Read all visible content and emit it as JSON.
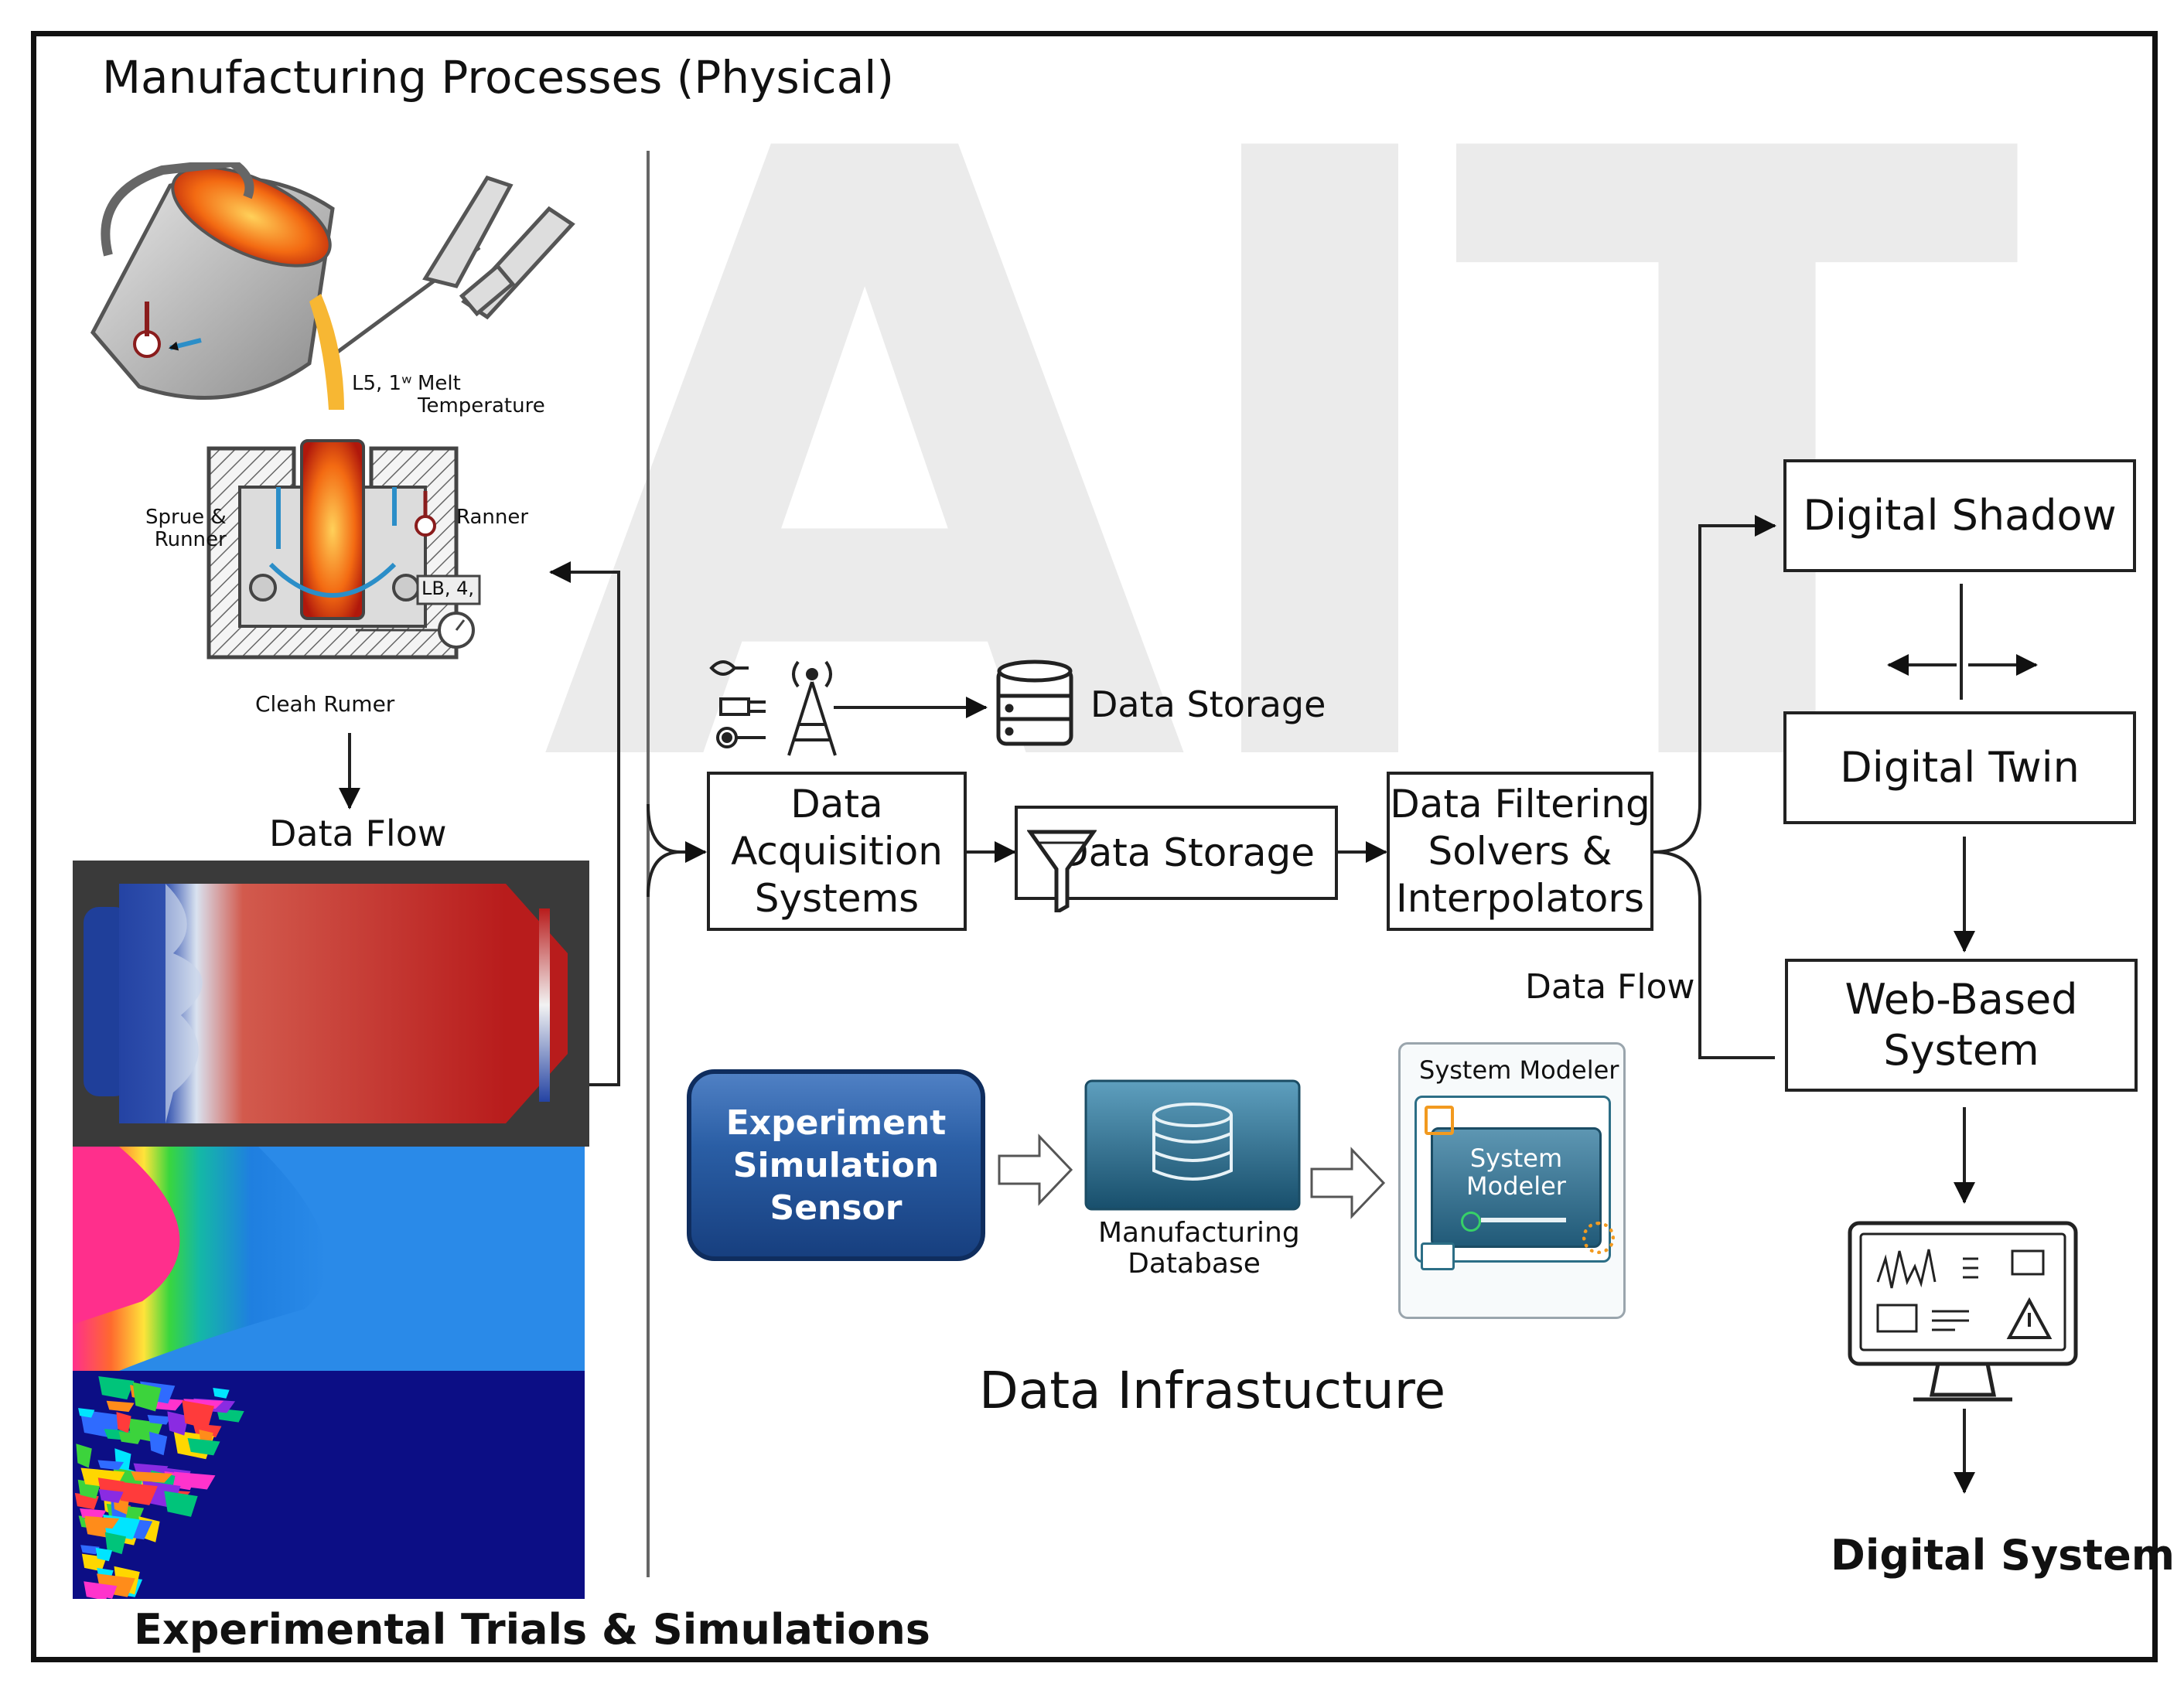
{
  "watermark": "AIT",
  "physical": {
    "section_title": "Manufacturing Processes (Physical)",
    "casting_labels": {
      "melt_temperature": "Melt\nTemperature",
      "ls_label": "L5, 1ʷ",
      "sprue_runner": "Sprue &\nRunner",
      "rammer": "Ranner",
      "lb_label": "LB, 4,",
      "clean_runner": "Cleah Rumer"
    },
    "data_flow": "Data Flow",
    "experiments_title": "Experimental Trials & Simulations"
  },
  "infrastructure": {
    "sensors_storage": "Data Storage",
    "acquisition": "Data\nAcquisition\nSystems",
    "storage": "Data Storage",
    "filtering": "Data Filtering\nSolvers &\nInterpolators",
    "data_flow": "Data Flow",
    "experiment_button": "Experiment\nSimulation\nSensor",
    "database_label": "Manufacturing\nDatabase",
    "modeler_title": "System Modeler",
    "modeler_inner": "System\nModeler",
    "section_title": "Data Infrastucture"
  },
  "digital": {
    "shadow": "Digital Shadow",
    "twin": "Digital Twin",
    "web": "Web-Based\nSystem",
    "system_title": "Digital System"
  },
  "colors": {
    "sim_red": "#b81c1c",
    "sim_blue": "#1f3f9a",
    "field_navy": "#0c0e85",
    "experiment_blue": "#2a5ea5",
    "database_teal": "#1f6f92"
  }
}
